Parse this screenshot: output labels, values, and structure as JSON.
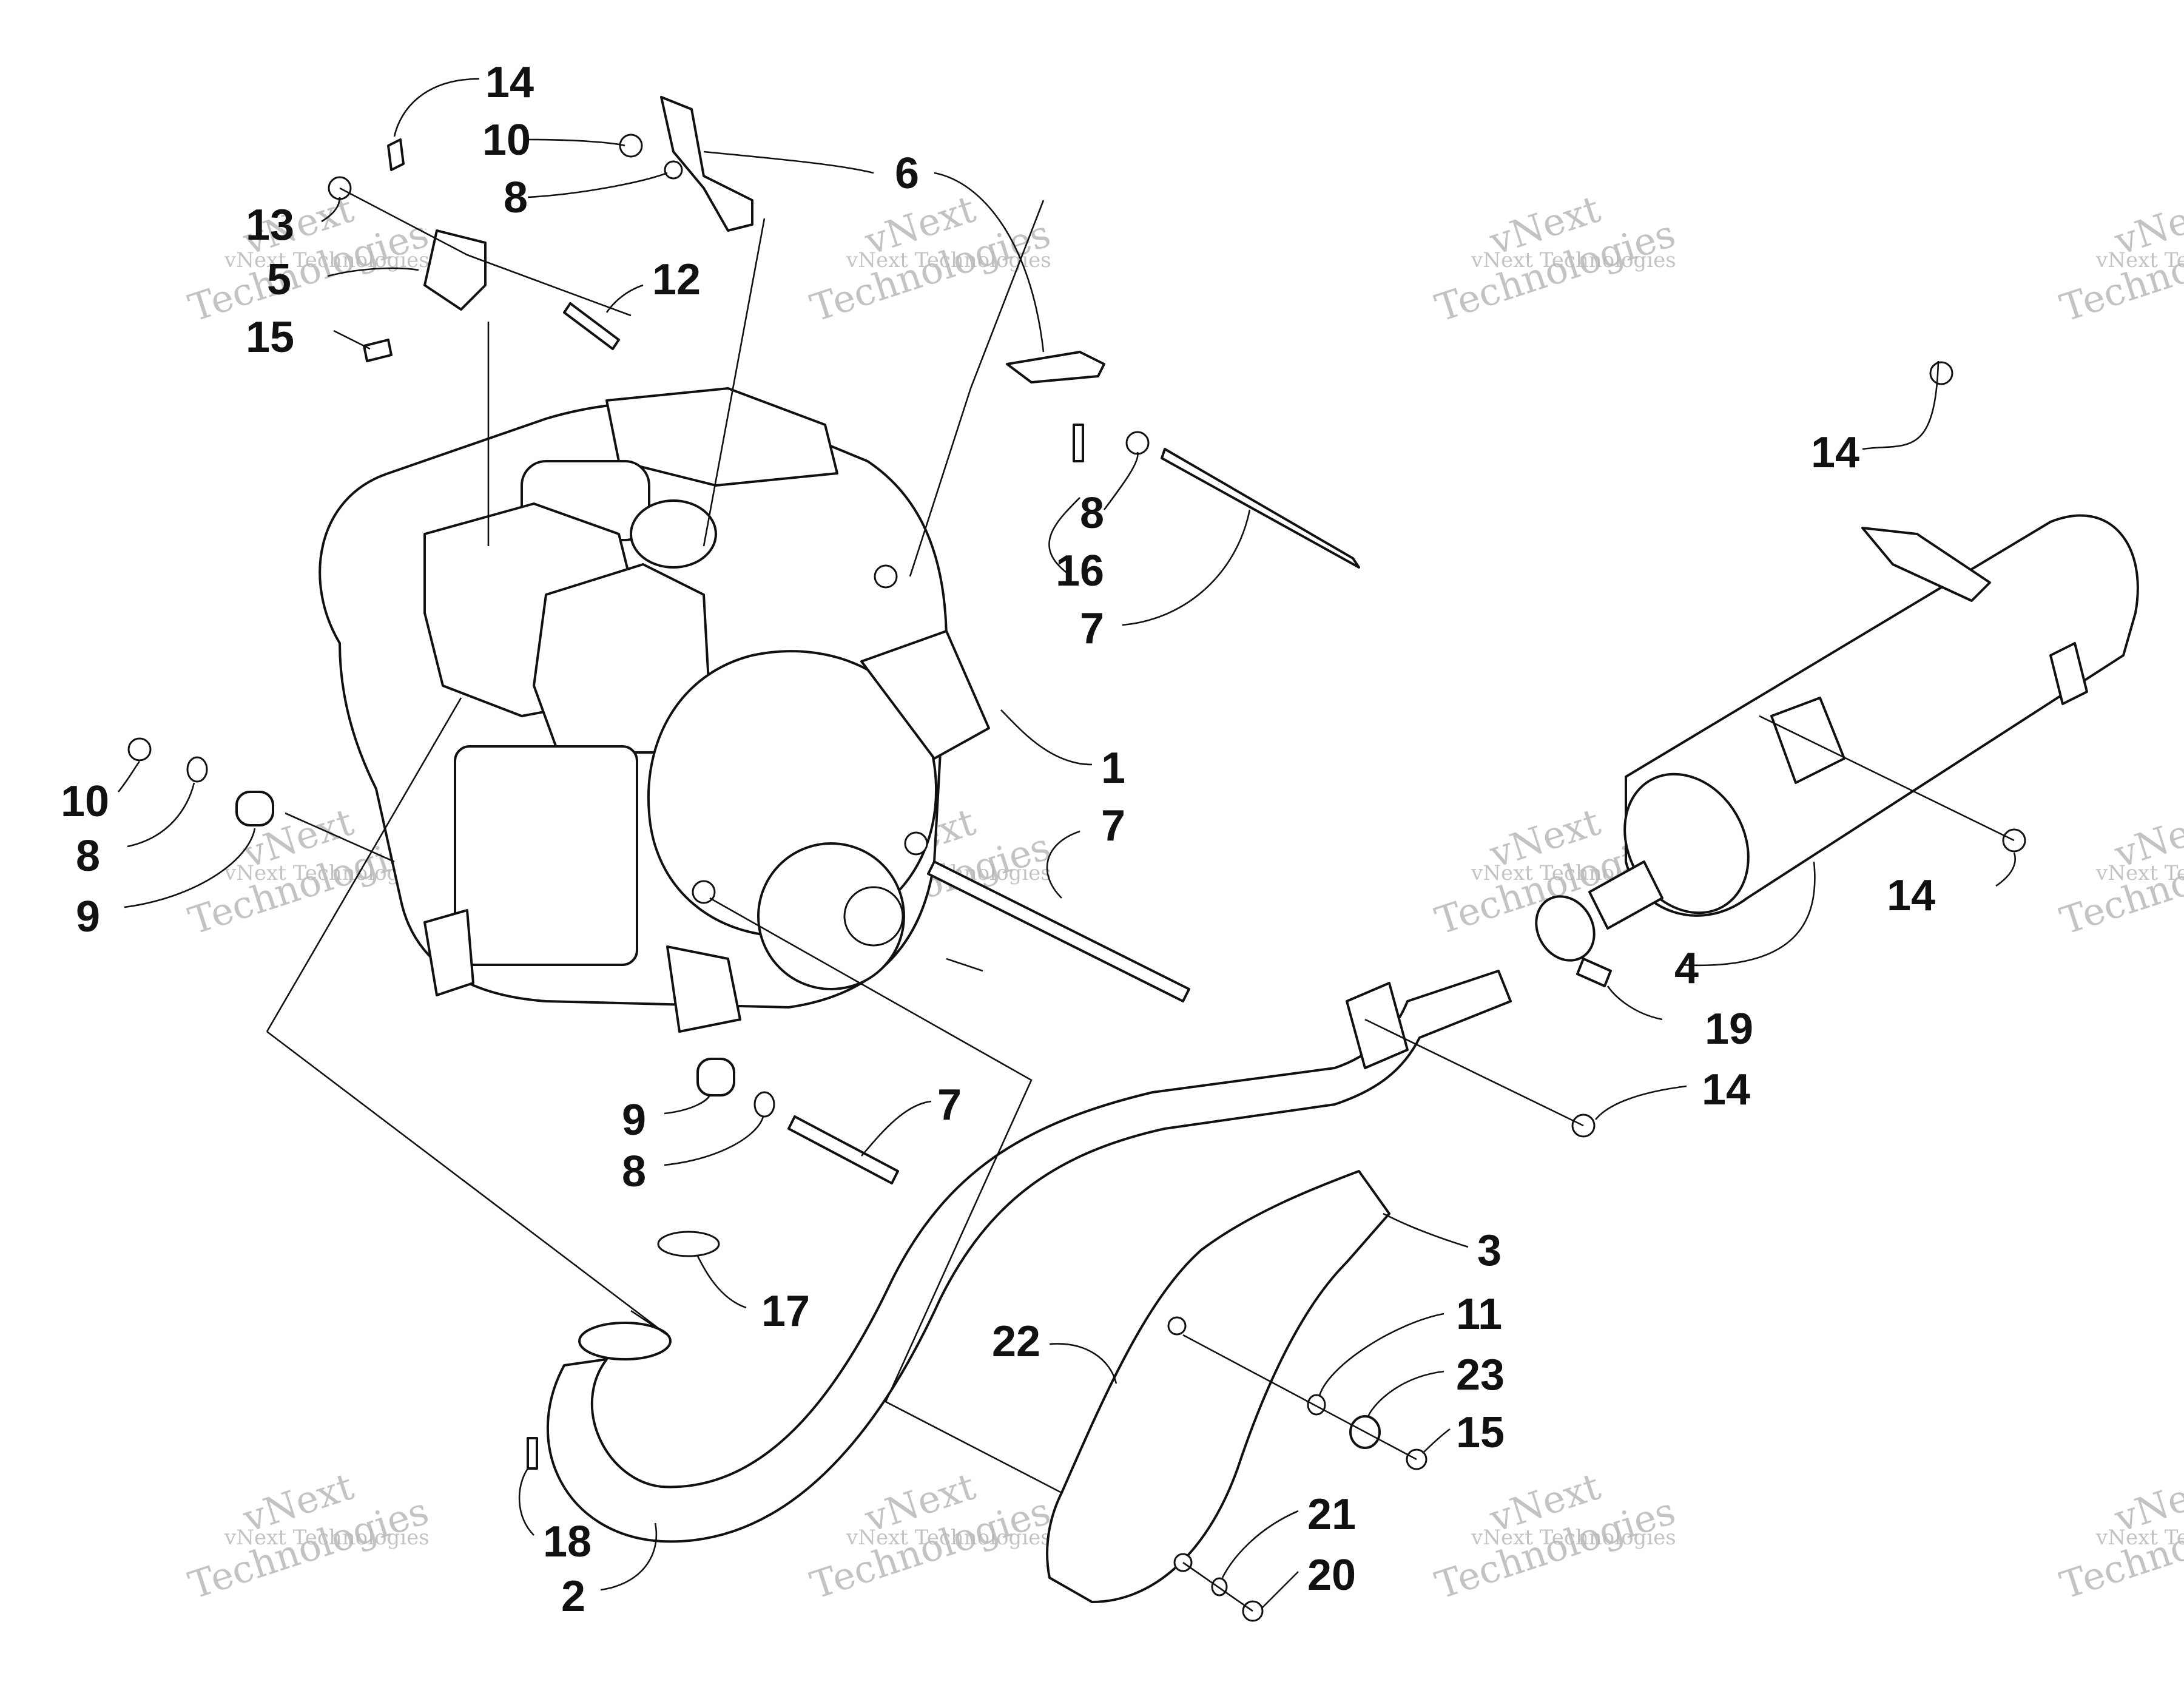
{
  "colors": {
    "ink": "#111111",
    "paper": "#ffffff",
    "watermark": "#b9b9b9"
  },
  "watermark": {
    "line1": "vNext Technologies",
    "line2": "vNext",
    "line3": "Technologies"
  },
  "callouts": {
    "c1": "1",
    "c2": "2",
    "c3": "3",
    "c4": "4",
    "c5": "5",
    "c6": "6",
    "c7a": "7",
    "c7b": "7",
    "c7c": "7",
    "c8a": "8",
    "c8b": "8",
    "c8c": "8",
    "c8d": "8",
    "c9a": "9",
    "c9b": "9",
    "c10a": "10",
    "c10b": "10",
    "c11": "11",
    "c12": "12",
    "c13": "13",
    "c14a": "14",
    "c14b": "14",
    "c14c": "14",
    "c14d": "14",
    "c15a": "15",
    "c15b": "15",
    "c16": "16",
    "c17": "17",
    "c18": "18",
    "c19": "19",
    "c20": "20",
    "c21": "21",
    "c22": "22",
    "c23": "23"
  }
}
